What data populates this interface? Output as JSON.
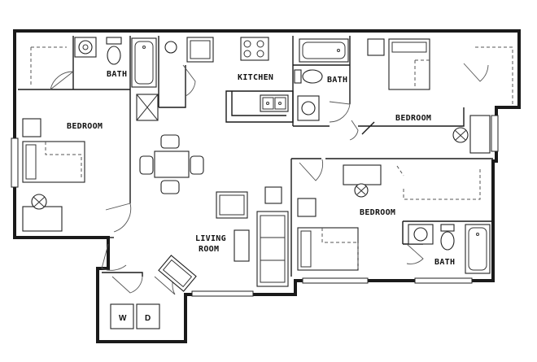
{
  "plan": {
    "rooms": {
      "bath1": "BATH",
      "kitchen": "KITCHEN",
      "bath2": "BATH",
      "bedroom_left": "BEDROOM",
      "bedroom_right": "BEDROOM",
      "bedroom_middle": "BEDROOM",
      "living_line1": "LIVING",
      "living_line2": "ROOM",
      "bath3": "BATH"
    },
    "appliances": {
      "washer": "W",
      "dryer": "D"
    }
  }
}
